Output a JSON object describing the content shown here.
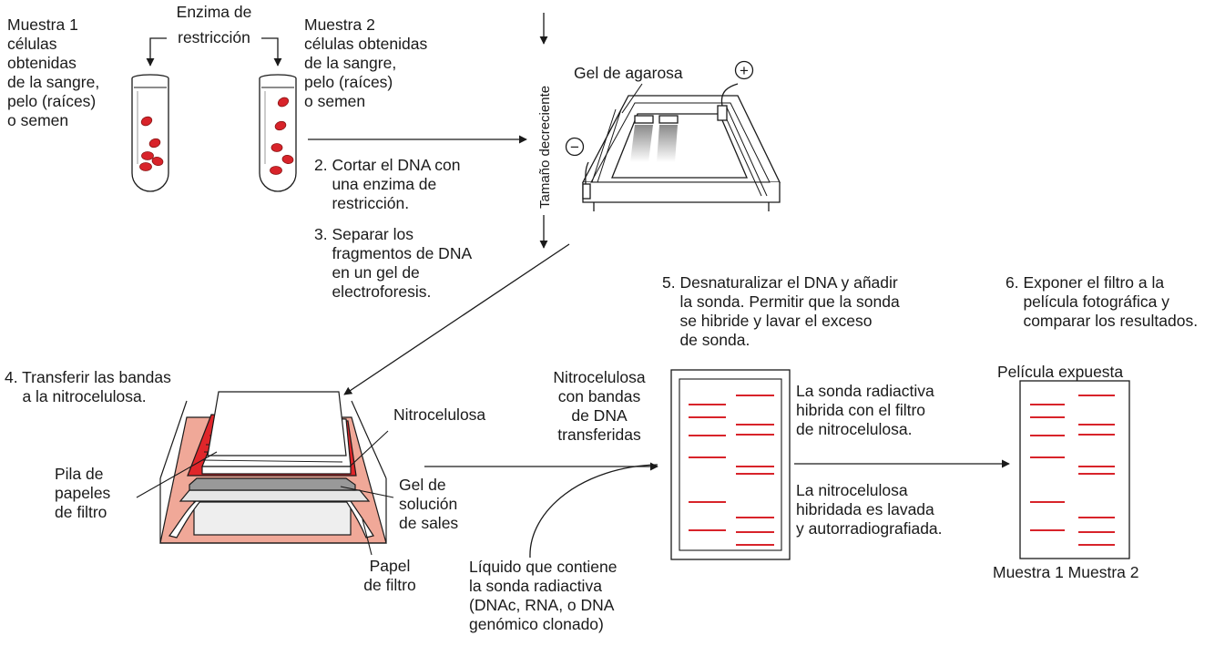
{
  "colors": {
    "ink": "#1a1a1a",
    "band_red": "#d8232a",
    "cell_red": "#d8232a",
    "tray_pink": "#f0a898",
    "nitro_red": "#e0262a"
  },
  "sample1": {
    "text": "Muestra 1\ncélulas\nobtenidas\nde la sangre,\npelo (raíces)\no semen"
  },
  "enzyme": {
    "line1": "Enzima de",
    "line2": "restricción"
  },
  "sample2": {
    "text": "Muestra 2\ncélulas obtenidas\nde la sangre,\npelo (raíces)\no semen"
  },
  "size_axis": {
    "label": "Tamaño decreciente"
  },
  "gel": {
    "label": "Gel de agarosa",
    "plus": "+",
    "minus": "−"
  },
  "step2": {
    "text": "2. Cortar el DNA con\n    una enzima de\n    restricción."
  },
  "step3": {
    "text": "3. Separar los\n    fragmentos de DNA\n    en un gel de\n    electroforesis."
  },
  "step4": {
    "text": "4. Transferir las bandas\n    a la nitrocelulosa."
  },
  "step5": {
    "text": "5. Desnaturalizar el DNA y añadir\n    la sonda. Permitir que la sonda\n    se hibride y lavar el exceso\n    de sonda."
  },
  "step6": {
    "text": "6. Exponer el filtro a la\n    película fotográfica y\n    comparar los resultados."
  },
  "transfer_labels": {
    "nitro": "Nitrocelulosa",
    "pile": "Pila de\npapeles\nde filtro",
    "gel_salt": "Gel de\nsolución\nde sales",
    "filter_paper": "Papel\nde filtro"
  },
  "nitro_bands_label": "Nitrocelulosa\ncon bandas\nde DNA\ntransferidas",
  "liquid_label": "Líquido que contiene\nla sonda radiactiva\n(DNAc, RNA, o DNA\ngenómico clonado)",
  "hyb_label": "La sonda radiactiva\nhibrida con el filtro\nde nitrocelulosa.",
  "wash_label": "La nitrocelulosa\nhibridada es lavada\ny autorradiografiada.",
  "film": {
    "title": "Película expuesta",
    "lanes": "Muestra 1 Muestra 2"
  }
}
